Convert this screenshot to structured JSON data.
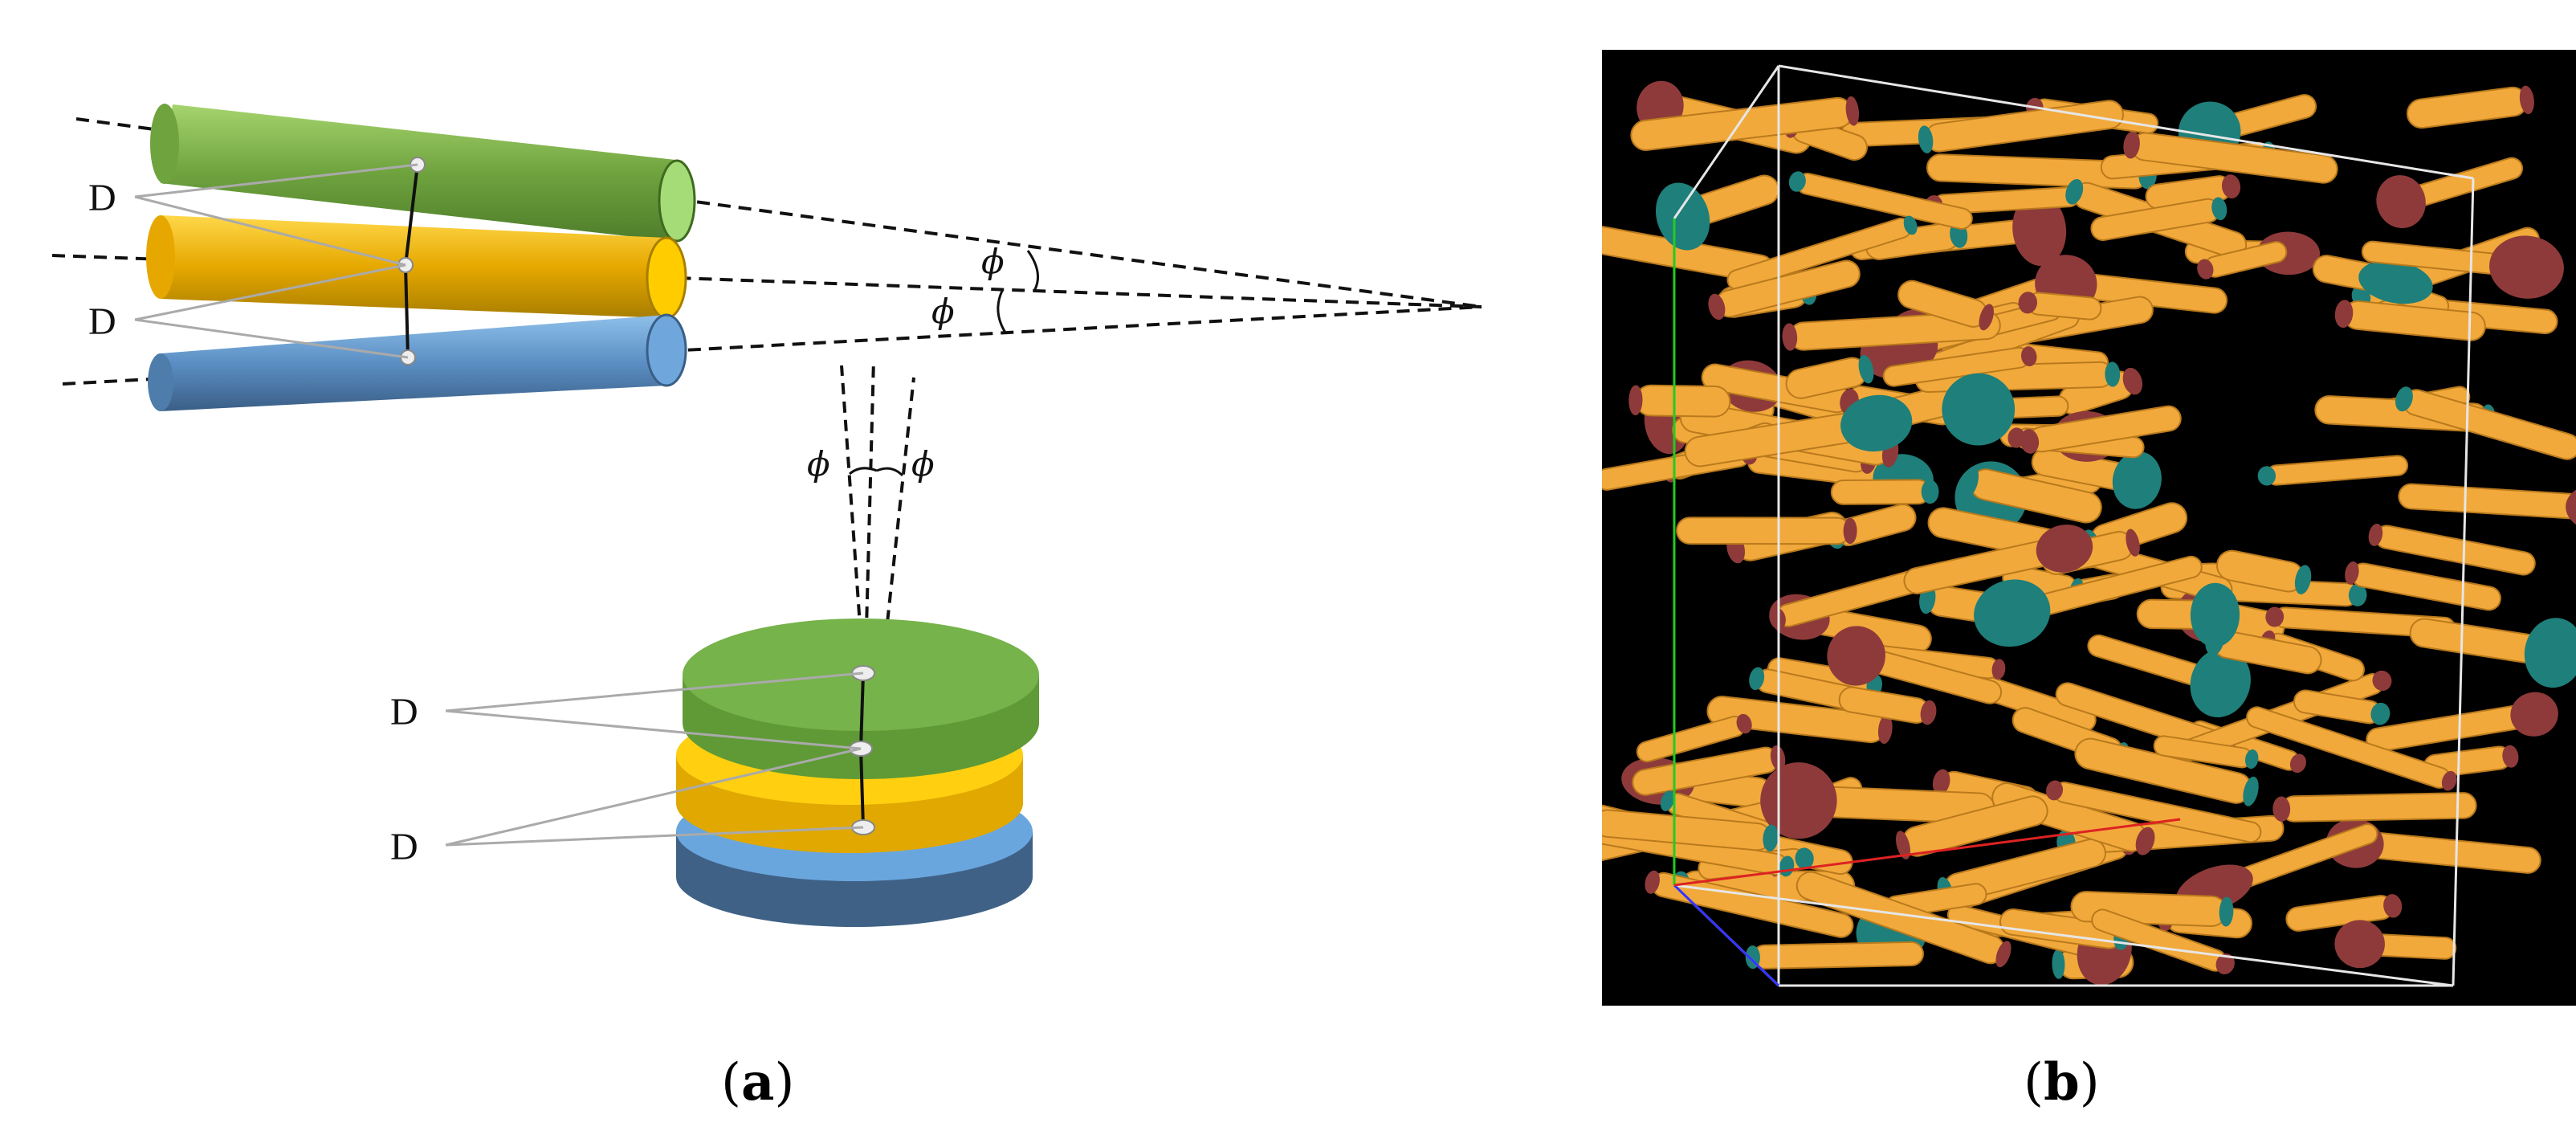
{
  "panel_a": {
    "caption_open": "(",
    "caption_letter": "a",
    "caption_close": ")",
    "rods": {
      "distance_labels": [
        "D",
        "D"
      ],
      "angle_labels": [
        "ϕ",
        "ϕ"
      ]
    },
    "discs": {
      "distance_labels": [
        "D",
        "D"
      ],
      "angle_labels": [
        "ϕ",
        "ϕ"
      ]
    },
    "colors": {
      "green": "#7ab648",
      "yellow": "#f0b400",
      "blue": "#5b9bd5",
      "green_dark": "#4e7d2b",
      "yellow_dark": "#b98b00",
      "blue_dark": "#3a5e85"
    }
  },
  "panel_b": {
    "caption_open": "(",
    "caption_letter": "b",
    "caption_close": ")",
    "colors": {
      "background": "#000000",
      "rod": "#f2a93b",
      "cap_red": "#8e3a3a",
      "cap_teal": "#1f7f7a",
      "box": "#e0e0e0",
      "axis_x": "#d22",
      "axis_y": "#2c2",
      "axis_z": "#33f"
    }
  }
}
